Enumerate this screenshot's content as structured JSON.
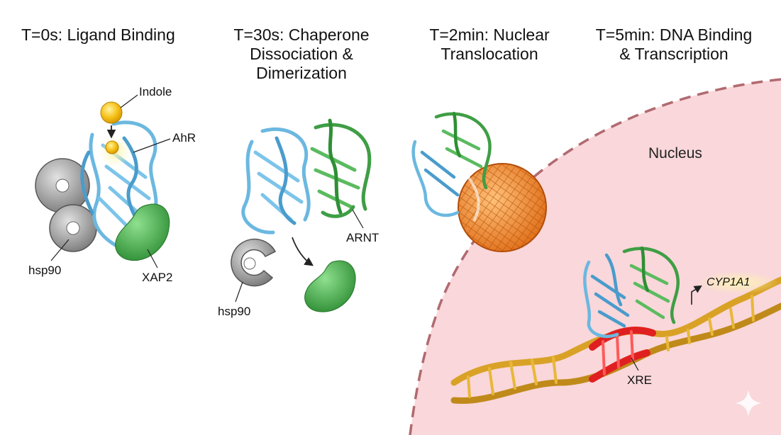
{
  "stages": [
    {
      "lines": [
        "T=0s: Ligand Binding"
      ]
    },
    {
      "lines": [
        "T=30s: Chaperone",
        "Dissociation &",
        "Dimerization"
      ]
    },
    {
      "lines": [
        "T=2min: Nuclear",
        "Translocation"
      ]
    },
    {
      "lines": [
        "T=5min: DNA Binding",
        "& Transcription"
      ]
    }
  ],
  "labels": {
    "indole": "Indole",
    "ahr": "AhR",
    "hsp90_1": "hsp90",
    "xap2": "XAP2",
    "arnt": "ARNT",
    "hsp90_2": "hsp90",
    "nucleus": "Nucleus",
    "cyp1a1": "CYP1A1",
    "xre": "XRE"
  },
  "colors": {
    "ahr_blue": "#6bb8e0",
    "arnt_green": "#3f9e45",
    "xap2_green": "#47b04c",
    "hsp90_gray": "#9a9a9a",
    "ligand_yellow": "#f6c21a",
    "pore_orange": "#f08a2a",
    "nucleus_pink": "#f9d7da",
    "dna_gold": "#d9a227",
    "xre_red": "#e02020"
  },
  "icons": [
    "hsp90-ring-icon",
    "xap2-blob-icon",
    "ahr-protein-icon",
    "arnt-protein-icon",
    "nuclear-pore-icon",
    "dna-helix-icon",
    "sparkle-icon"
  ]
}
